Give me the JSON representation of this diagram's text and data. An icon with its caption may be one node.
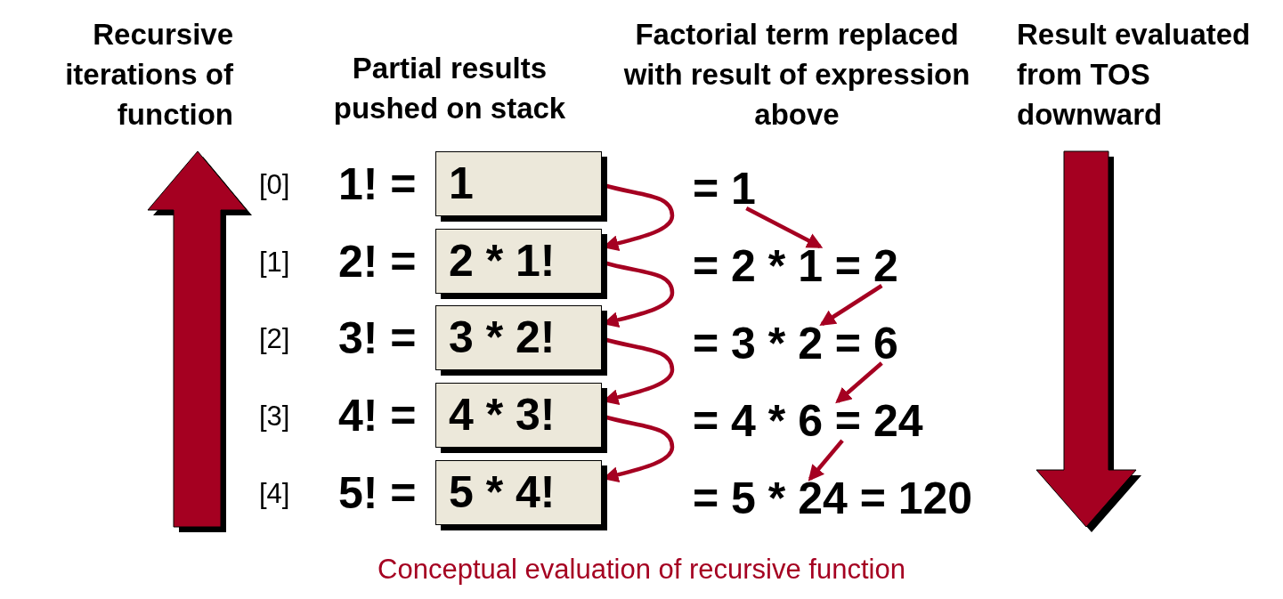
{
  "diagram": {
    "caption": "Conceptual evaluation of recursive function",
    "nodes": [
      {
        "text": [
          "1"
        ]
      },
      {
        "text": [
          "2 * 1!"
        ]
      },
      {
        "text": [
          "3 * 2!"
        ]
      },
      {
        "text": [
          "4 * 3!"
        ]
      },
      {
        "text": [
          "5 * 4!"
        ]
      },
      {
        "text": [
          "= 1"
        ]
      },
      {
        "text": [
          "= 2 * 1 = 2"
        ]
      },
      {
        "text": [
          "= 3 * 2 = 6"
        ]
      },
      {
        "text": [
          "= 4 * 6 = 24"
        ]
      },
      {
        "text": [
          "= 5 * 24 = 120"
        ]
      }
    ],
    "edges": [
      {
        "from": 0,
        "to": 1,
        "arrow": "to"
      },
      {
        "from": 1,
        "to": 2,
        "arrow": "to"
      },
      {
        "from": 2,
        "to": 3,
        "arrow": "to"
      },
      {
        "from": 3,
        "to": 4,
        "arrow": "to"
      },
      {
        "from": 5,
        "to": 6,
        "arrow": "to"
      },
      {
        "from": 6,
        "to": 7,
        "arrow": "to"
      },
      {
        "from": 7,
        "to": 8,
        "arrow": "to"
      },
      {
        "from": 8,
        "to": 9,
        "arrow": "to"
      }
    ],
    "labels": [
      "Recursive iterations of function",
      "Partial results pushed on stack",
      "Factorial term replaced with result of expression above",
      "Result evaluated from TOS downward",
      "[0]",
      "1! =",
      "[1]",
      "2! =",
      "[2]",
      "3! =",
      "[3]",
      "4! =",
      "[4]",
      "5! ="
    ]
  }
}
